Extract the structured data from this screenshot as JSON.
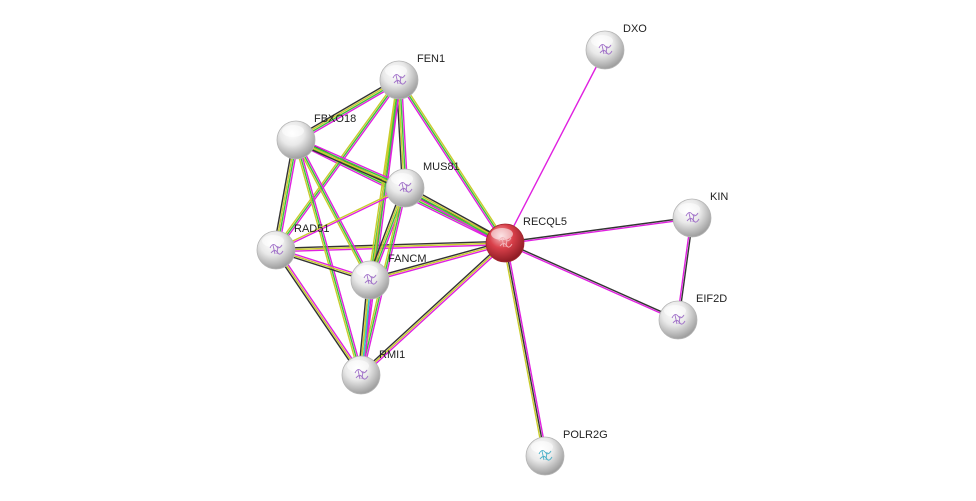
{
  "colors": {
    "query_node": "#d9404a",
    "node": "#dcdcdc",
    "edge_magenta": "#e020e0",
    "edge_green": "#3cc23c",
    "edge_yellow": "#c9cc2c",
    "edge_black": "#333333",
    "edge_cyan": "#35c6d6",
    "edge_blue": "#5a6cd6"
  },
  "nodes": [
    {
      "id": "RECQL5",
      "label": "RECQL5",
      "query": true
    },
    {
      "id": "DXO",
      "label": "DXO"
    },
    {
      "id": "FEN1",
      "label": "FEN1"
    },
    {
      "id": "FBXO18",
      "label": "FBXO18"
    },
    {
      "id": "MUS81",
      "label": "MUS81"
    },
    {
      "id": "RAD51",
      "label": "RAD51"
    },
    {
      "id": "FANCM",
      "label": "FANCM"
    },
    {
      "id": "RMI1",
      "label": "RMI1"
    },
    {
      "id": "KIN",
      "label": "KIN"
    },
    {
      "id": "EIF2D",
      "label": "EIF2D"
    },
    {
      "id": "POLR2G",
      "label": "POLR2G"
    }
  ],
  "edges": [
    {
      "a": "RECQL5",
      "b": "DXO",
      "evidence": [
        "magenta"
      ]
    },
    {
      "a": "RECQL5",
      "b": "KIN",
      "evidence": [
        "black",
        "magenta"
      ]
    },
    {
      "a": "RECQL5",
      "b": "EIF2D",
      "evidence": [
        "black",
        "magenta"
      ]
    },
    {
      "a": "RECQL5",
      "b": "POLR2G",
      "evidence": [
        "magenta",
        "black",
        "yellow"
      ]
    },
    {
      "a": "RECQL5",
      "b": "FEN1",
      "evidence": [
        "magenta",
        "green",
        "yellow"
      ]
    },
    {
      "a": "RECQL5",
      "b": "FBXO18",
      "evidence": [
        "magenta",
        "green",
        "yellow",
        "black"
      ]
    },
    {
      "a": "RECQL5",
      "b": "MUS81",
      "evidence": [
        "magenta",
        "green",
        "yellow",
        "black"
      ]
    },
    {
      "a": "RECQL5",
      "b": "RAD51",
      "evidence": [
        "magenta",
        "yellow",
        "black"
      ]
    },
    {
      "a": "RECQL5",
      "b": "FANCM",
      "evidence": [
        "magenta",
        "yellow",
        "black"
      ]
    },
    {
      "a": "RECQL5",
      "b": "RMI1",
      "evidence": [
        "magenta",
        "yellow",
        "black"
      ]
    },
    {
      "a": "KIN",
      "b": "EIF2D",
      "evidence": [
        "black",
        "magenta"
      ]
    },
    {
      "a": "FEN1",
      "b": "FBXO18",
      "evidence": [
        "magenta",
        "green",
        "yellow",
        "black"
      ]
    },
    {
      "a": "FEN1",
      "b": "MUS81",
      "evidence": [
        "magenta",
        "green",
        "yellow",
        "black"
      ]
    },
    {
      "a": "FEN1",
      "b": "RAD51",
      "evidence": [
        "magenta",
        "green",
        "yellow"
      ]
    },
    {
      "a": "FEN1",
      "b": "FANCM",
      "evidence": [
        "magenta",
        "green",
        "yellow"
      ]
    },
    {
      "a": "FEN1",
      "b": "RMI1",
      "evidence": [
        "magenta",
        "green",
        "yellow"
      ]
    },
    {
      "a": "FBXO18",
      "b": "MUS81",
      "evidence": [
        "magenta",
        "green",
        "yellow",
        "black"
      ]
    },
    {
      "a": "FBXO18",
      "b": "RAD51",
      "evidence": [
        "magenta",
        "green",
        "yellow",
        "black"
      ]
    },
    {
      "a": "FBXO18",
      "b": "FANCM",
      "evidence": [
        "magenta",
        "green",
        "yellow"
      ]
    },
    {
      "a": "FBXO18",
      "b": "RMI1",
      "evidence": [
        "magenta",
        "green",
        "yellow"
      ]
    },
    {
      "a": "MUS81",
      "b": "RAD51",
      "evidence": [
        "magenta",
        "yellow"
      ]
    },
    {
      "a": "MUS81",
      "b": "FANCM",
      "evidence": [
        "magenta",
        "green",
        "yellow",
        "black"
      ]
    },
    {
      "a": "MUS81",
      "b": "RMI1",
      "evidence": [
        "magenta",
        "green",
        "yellow"
      ]
    },
    {
      "a": "RAD51",
      "b": "FANCM",
      "evidence": [
        "magenta",
        "yellow",
        "black"
      ]
    },
    {
      "a": "RAD51",
      "b": "RMI1",
      "evidence": [
        "magenta",
        "yellow",
        "black"
      ]
    },
    {
      "a": "FANCM",
      "b": "RMI1",
      "evidence": [
        "magenta",
        "cyan",
        "yellow",
        "black"
      ]
    }
  ]
}
